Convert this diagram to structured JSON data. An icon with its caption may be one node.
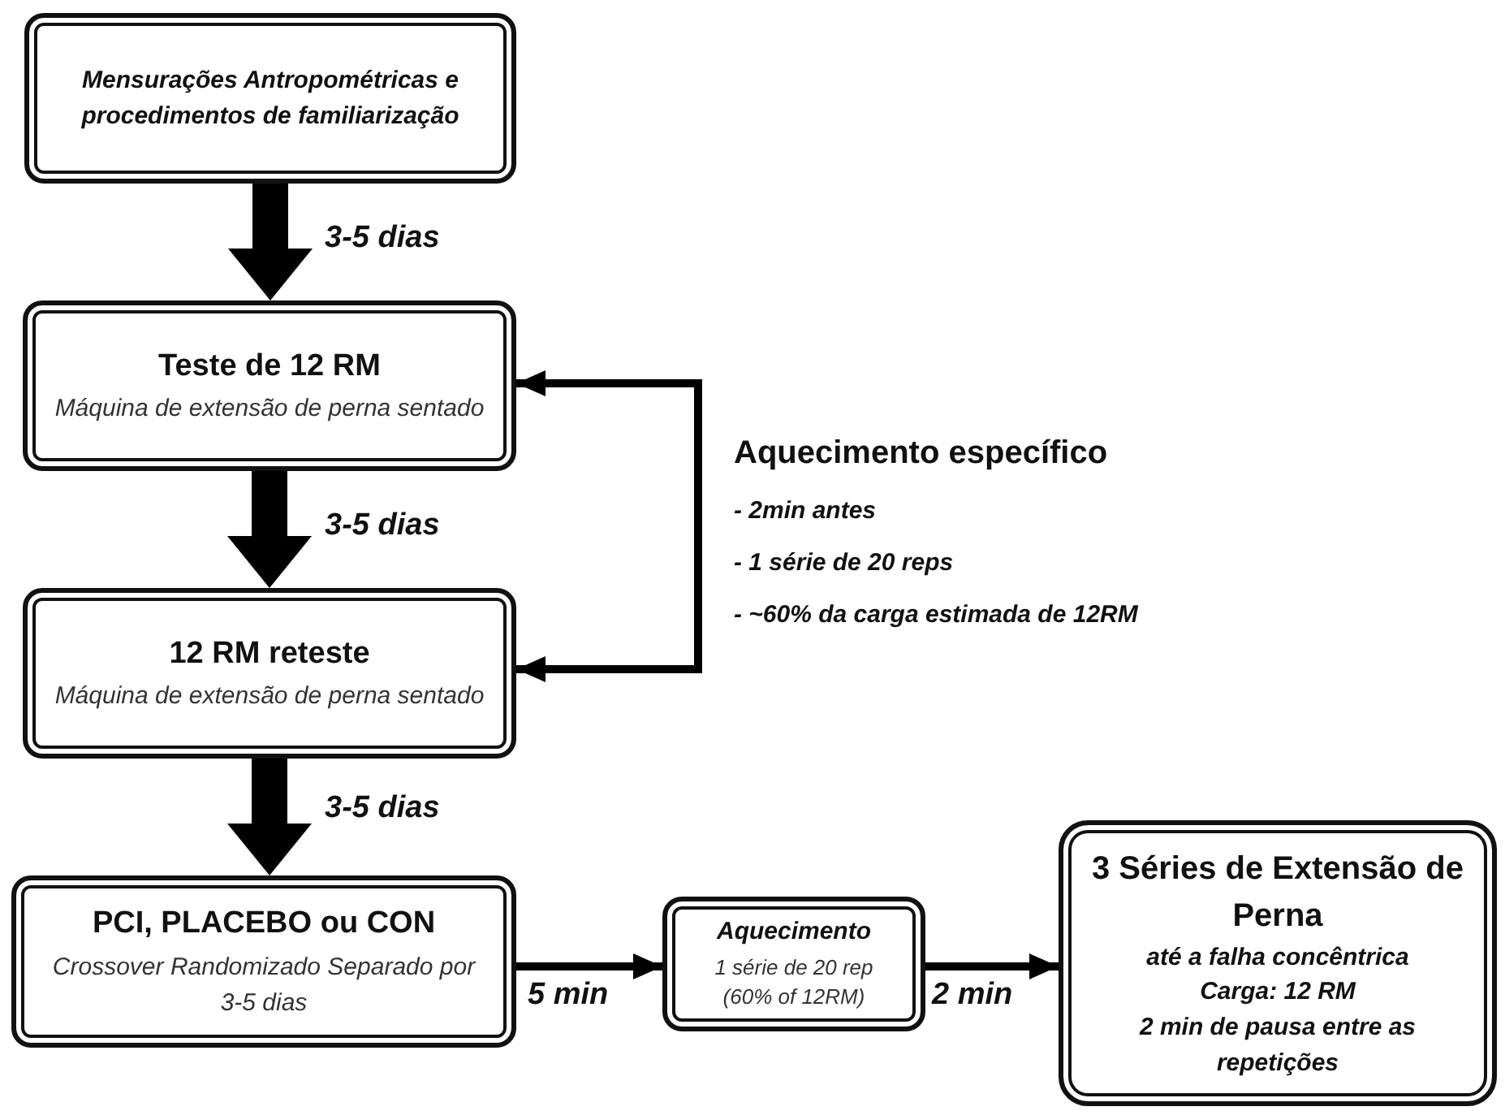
{
  "diagram": {
    "nodes": [
      {
        "text": [
          "Mensurações Antropométricas e procedimentos de familiarização"
        ]
      },
      {
        "text": [
          "Teste de 12 RM",
          "Máquina de extensão de perna sentado"
        ]
      },
      {
        "text": [
          "12 RM reteste",
          "Máquina de extensão de perna sentado"
        ]
      },
      {
        "text": [
          "PCI, PLACEBO ou CON",
          "Crossover Randomizado Separado por 3-5 dias"
        ]
      },
      {
        "text": [
          "Aquecimento",
          "1 série de 20 rep (60% of 12RM)"
        ]
      },
      {
        "text": [
          "3 Séries de Extensão de Perna",
          "até a falha concêntrica",
          "Carga: 12 RM",
          "2 min de pausa entre as repetições"
        ]
      },
      {
        "text": [
          "Aquecimento específico",
          "- 2min antes",
          "- 1 série de 20 reps",
          "- ~60% da carga estimada de 12RM"
        ]
      }
    ],
    "edges": [
      {
        "from": 0,
        "to": 1,
        "arrow": "to",
        "label": "3-5 dias",
        "style": "thick"
      },
      {
        "from": 1,
        "to": 2,
        "arrow": "to",
        "label": "3-5 dias",
        "style": "thick"
      },
      {
        "from": 2,
        "to": 3,
        "arrow": "to",
        "label": "3-5 dias",
        "style": "thick"
      },
      {
        "from": 3,
        "to": 4,
        "arrow": "to",
        "label": "5 min"
      },
      {
        "from": 4,
        "to": 5,
        "arrow": "to",
        "label": "2 min"
      },
      {
        "from": 6,
        "to": 1,
        "arrow": "to"
      },
      {
        "from": 6,
        "to": 2,
        "arrow": "to"
      }
    ]
  }
}
